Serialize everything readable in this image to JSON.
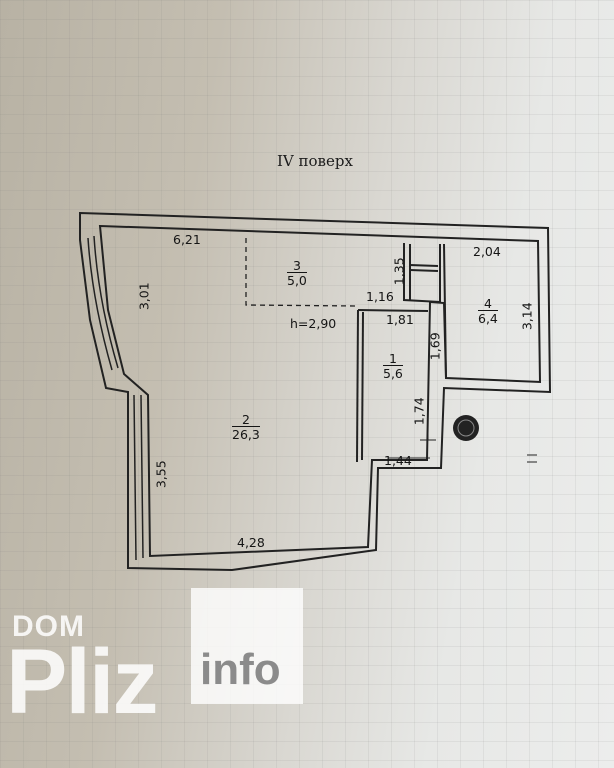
{
  "title": "IV поверх",
  "rooms": [
    {
      "number": "1",
      "area": "5,6"
    },
    {
      "number": "2",
      "area": "26,3"
    },
    {
      "number": "3",
      "area": "5,0"
    },
    {
      "number": "4",
      "area": "6,4"
    }
  ],
  "dimensions": {
    "d621": "6,21",
    "d301": "3,01",
    "d355": "3,55",
    "d428": "4,28",
    "d135": "1,35",
    "d116": "1,16",
    "d181": "1,81",
    "d169": "1,69",
    "d174": "1,74",
    "d144": "1,44",
    "d204": "2,04",
    "d314": "3,14"
  },
  "ceiling_height": "h=2,90",
  "watermark": {
    "line1": "DOM",
    "line2": "Pliz",
    "line3": "info"
  }
}
